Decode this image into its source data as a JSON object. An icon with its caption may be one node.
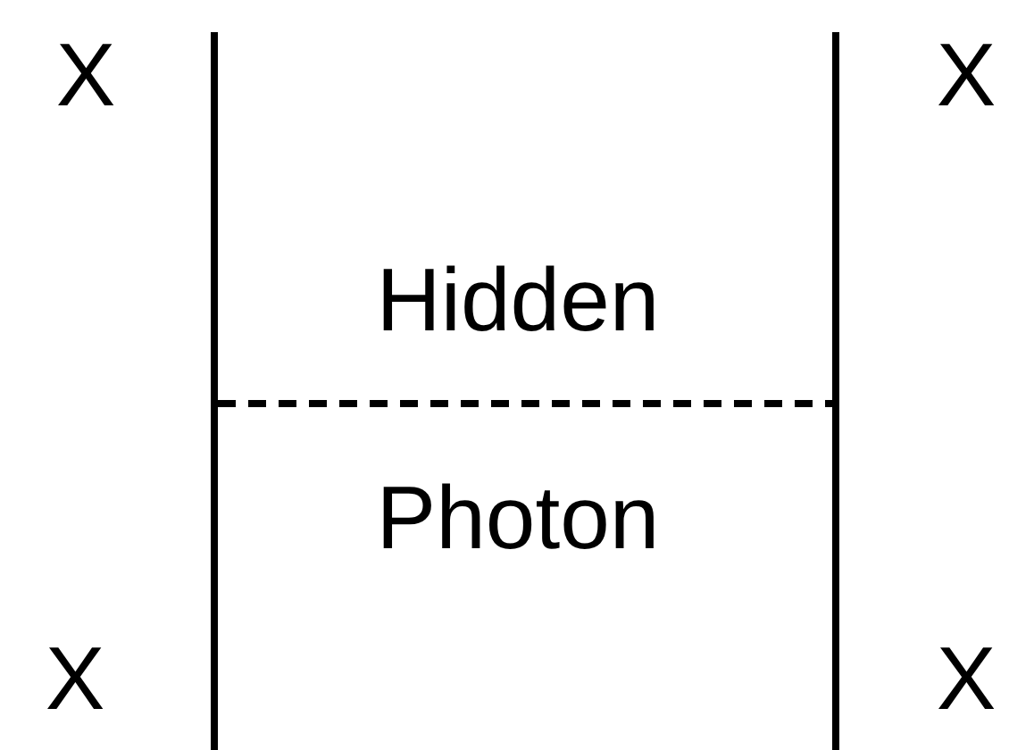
{
  "diagram": {
    "nodes": [
      {
        "text": [],
        "shape": "bar"
      },
      {
        "text": [],
        "shape": "bar"
      }
    ],
    "edges": [
      {
        "from": 0,
        "to": 1,
        "arrow": "none",
        "style": "dashed"
      }
    ],
    "labels": [
      "X",
      "X",
      "Hidden",
      "Photon",
      "X",
      "X"
    ]
  }
}
